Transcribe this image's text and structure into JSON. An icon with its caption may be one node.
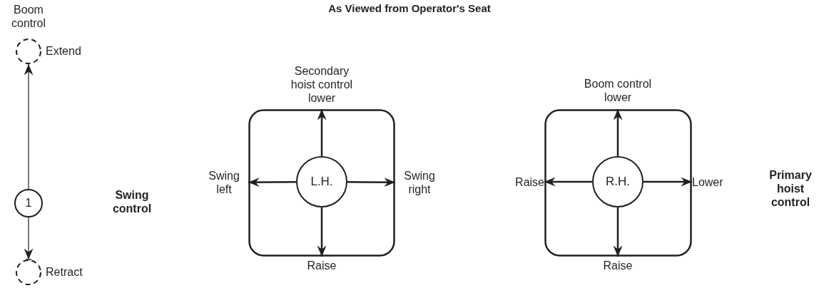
{
  "diagram": {
    "title": "As Viewed from Operator's Seat",
    "nodes": [
      {
        "text": [],
        "shape": "circle",
        "beside": [
          "Extend"
        ]
      },
      {
        "text": [
          "1"
        ]
      },
      {
        "text": [],
        "shape": "circle",
        "beside": [
          "Retract"
        ]
      },
      {
        "text": [],
        "shape": "box"
      },
      {
        "text": [
          "L.H."
        ],
        "in": 3
      },
      {
        "text": [
          "Secondary hoist control lower"
        ]
      },
      {
        "text": [
          "Swing left"
        ]
      },
      {
        "text": [
          "Swing right"
        ]
      },
      {
        "text": [
          "Raise"
        ]
      },
      {
        "text": [],
        "shape": "box"
      },
      {
        "text": [
          "R.H."
        ],
        "in": 9
      },
      {
        "text": [
          "Boom control lower"
        ]
      },
      {
        "text": [
          "Raise"
        ]
      },
      {
        "text": [
          "Lower"
        ]
      },
      {
        "text": [
          "Raise"
        ]
      }
    ],
    "edges": [
      {
        "from": 1,
        "to": 0,
        "arrow": "to"
      },
      {
        "from": 1,
        "to": 2,
        "arrow": "to"
      },
      {
        "from": 4,
        "to": 5,
        "arrow": "to"
      },
      {
        "from": 4,
        "to": 6,
        "arrow": "to"
      },
      {
        "from": 4,
        "to": 7,
        "arrow": "to"
      },
      {
        "from": 4,
        "to": 8,
        "arrow": "to"
      },
      {
        "from": 10,
        "to": 11,
        "arrow": "to"
      },
      {
        "from": 10,
        "to": 12,
        "arrow": "to"
      },
      {
        "from": 10,
        "to": 13,
        "arrow": "to"
      },
      {
        "from": 10,
        "to": 14,
        "arrow": "to"
      }
    ],
    "labels": [
      "Boom control",
      "Swing control",
      "Primary hoist control"
    ]
  }
}
